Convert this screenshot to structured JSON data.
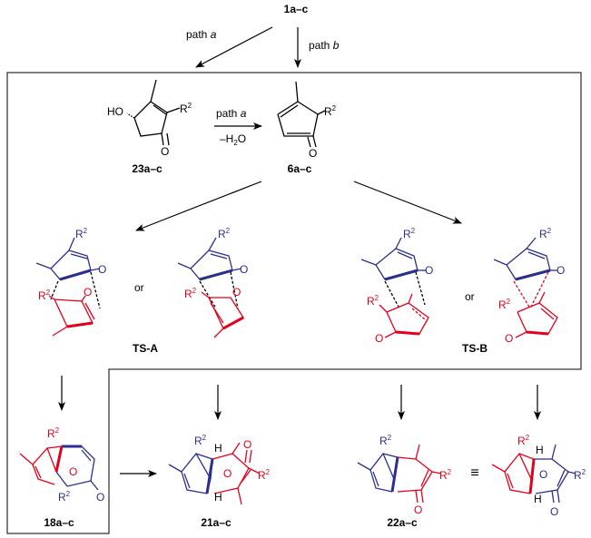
{
  "compounds": {
    "start": "1a–c",
    "hydroxy_enone": "23a–c",
    "cyclopentadienone": "6a–c",
    "ts_a": "TS-A",
    "ts_b": "TS-B",
    "product_18": "18a–c",
    "product_21": "21a–c",
    "product_22": "22a–c"
  },
  "arrows": {
    "path_a_prefix": "path",
    "path_a_letter": "a",
    "path_b_prefix": "path",
    "path_b_letter": "b",
    "dehydration_prefix": "path",
    "dehydration_letter": "a",
    "dehydration_minus": "–H",
    "dehydration_sub": "2",
    "dehydration_o": "O"
  },
  "atoms": {
    "hydroxyl": "HO",
    "R": "R",
    "R_sup": "2",
    "O": "O",
    "H": "H"
  },
  "connectors": {
    "or_a": "or",
    "or_b": "or",
    "identical": "≡"
  },
  "colors": {
    "blue": "#2a2f8f",
    "red": "#e3001b",
    "black": "#000000"
  }
}
